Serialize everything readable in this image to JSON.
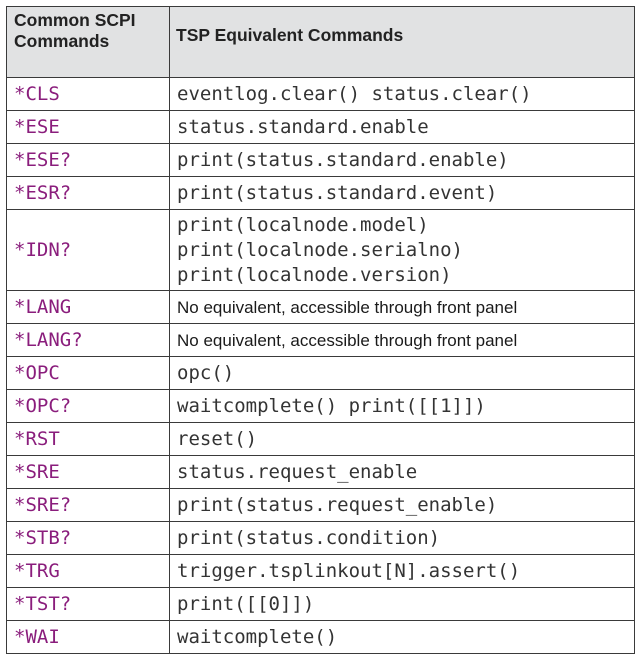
{
  "header": {
    "col1": "Common SCPI\nCommands",
    "col1_line1": "Common SCPI",
    "col1_line2": "Commands",
    "col2": "TSP Equivalent Commands"
  },
  "rows": [
    {
      "scpi": "*CLS",
      "tsp": [
        "eventlog.clear() status.clear()"
      ]
    },
    {
      "scpi": "*ESE",
      "tsp": [
        "status.standard.enable"
      ]
    },
    {
      "scpi": "*ESE?",
      "tsp": [
        "print(status.standard.enable)"
      ]
    },
    {
      "scpi": "*ESR?",
      "tsp": [
        "print(status.standard.event)"
      ]
    },
    {
      "scpi": "*IDN?",
      "tsp": [
        "print(localnode.model)",
        "print(localnode.serialno)",
        "print(localnode.version)"
      ]
    },
    {
      "scpi": "*LANG",
      "tsp_text": "No equivalent, accessible through front panel"
    },
    {
      "scpi": "*LANG?",
      "tsp_text": "No equivalent, accessible through front panel"
    },
    {
      "scpi": "*OPC",
      "tsp": [
        "opc()"
      ]
    },
    {
      "scpi": "*OPC?",
      "tsp": [
        "waitcomplete() print([[1]])"
      ]
    },
    {
      "scpi": "*RST",
      "tsp": [
        "reset()"
      ]
    },
    {
      "scpi": "*SRE",
      "tsp": [
        "status.request_enable"
      ]
    },
    {
      "scpi": "*SRE?",
      "tsp": [
        "print(status.request_enable)"
      ]
    },
    {
      "scpi": "*STB?",
      "tsp": [
        "print(status.condition)"
      ]
    },
    {
      "scpi": "*TRG",
      "tsp": [
        "trigger.tsplinkout[N].assert()"
      ]
    },
    {
      "scpi": "*TST?",
      "tsp": [
        "print([[0]])"
      ]
    },
    {
      "scpi": "*WAI",
      "tsp": [
        "waitcomplete()"
      ]
    }
  ],
  "colors": {
    "header_bg": "#e1e2e3",
    "scpi_text": "#8a1d7c",
    "border": "#3a3a3a"
  }
}
